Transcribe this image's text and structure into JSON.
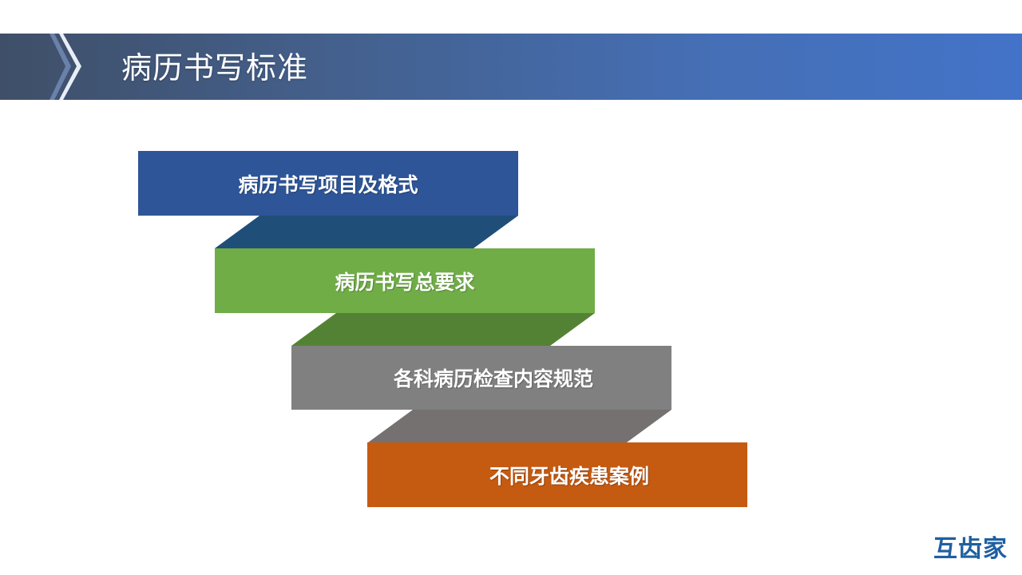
{
  "slide": {
    "title": "病历书写标准"
  },
  "steps": [
    {
      "label": "病历书写项目及格式",
      "color": "#2e5597",
      "riser_color": "#1f4e79"
    },
    {
      "label": "病历书写总要求",
      "color": "#70ad47",
      "riser_color": "#548235"
    },
    {
      "label": "各科病历检查内容规范",
      "color": "#808080",
      "riser_color": "#767171"
    },
    {
      "label": "不同牙齿疾患案例",
      "color": "#c55a11",
      "riser_color": "#c55a11"
    }
  ],
  "logo": {
    "text": "互齿家",
    "color": "#1f5fa0"
  },
  "colors": {
    "header_start": "#3f4f68",
    "header_end": "#4373c8"
  }
}
